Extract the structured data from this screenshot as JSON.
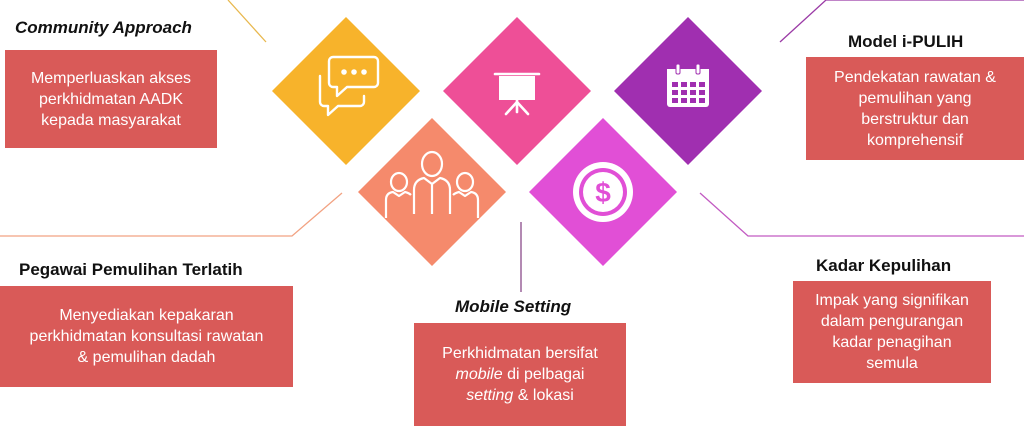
{
  "colors": {
    "box": "#d95a58",
    "diamond_yellow": "#f7b32b",
    "diamond_pink": "#ee4f97",
    "diamond_purple": "#a02fb0",
    "diamond_salmon": "#f58a6c",
    "diamond_magenta": "#e14fd6",
    "connector_gold": "#e8b84e",
    "connector_purple": "#9b3ba6",
    "connector_salmon": "#f2a282",
    "connector_magenta": "#c25bc2"
  },
  "icons": [
    "chat-bubbles-icon",
    "presentation-board-icon",
    "calendar-icon",
    "team-people-icon",
    "dollar-coin-icon"
  ],
  "community": {
    "heading": "Community Approach",
    "lines": [
      "Memperluaskan akses",
      "perkhidmatan AADK",
      "kepada masyarakat"
    ]
  },
  "model": {
    "heading": "Model i-PULIH",
    "lines": [
      "Pendekatan rawatan &",
      "pemulihan yang",
      "berstruktur dan",
      "komprehensif"
    ]
  },
  "pegawai": {
    "heading": "Pegawai Pemulihan Terlatih",
    "lines": [
      "Menyediakan kepakaran",
      "perkhidmatan konsultasi rawatan",
      "& pemulihan dadah"
    ]
  },
  "mobile": {
    "heading": "Mobile Setting",
    "line1_em": "Perkhidmatan bersifat",
    "line2_em": "mobile",
    "line2_rest": " di pelbagai",
    "line3_em": "setting",
    "line3_rest": " & lokasi"
  },
  "kadar": {
    "heading": "Kadar Kepulihan",
    "lines": [
      "Impak yang signifikan",
      "dalam pengurangan",
      "kadar penagihan",
      "semula"
    ]
  }
}
